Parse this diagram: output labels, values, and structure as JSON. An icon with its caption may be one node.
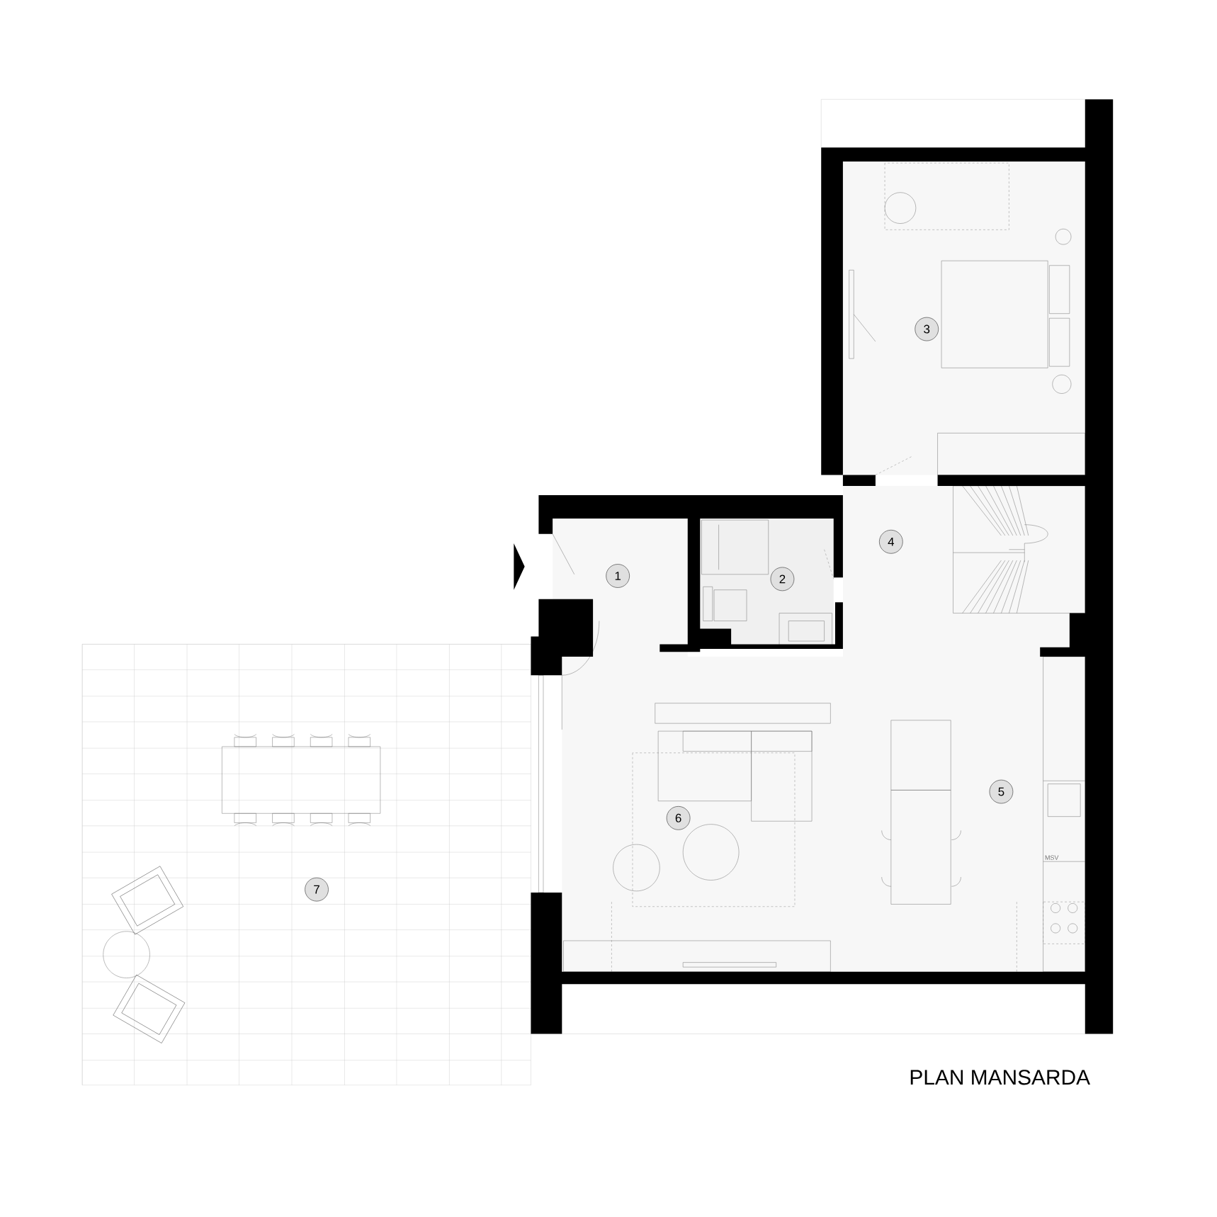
{
  "diagram": {
    "title": "PLAN MANSARDA",
    "nodes": [
      {
        "text": [
          "1"
        ]
      },
      {
        "text": [
          "2"
        ]
      },
      {
        "text": [
          "3"
        ]
      },
      {
        "text": [
          "4"
        ]
      },
      {
        "text": [
          "5"
        ]
      },
      {
        "text": [
          "6"
        ]
      },
      {
        "text": [
          "7"
        ]
      }
    ],
    "labels": [
      "MSV"
    ]
  }
}
